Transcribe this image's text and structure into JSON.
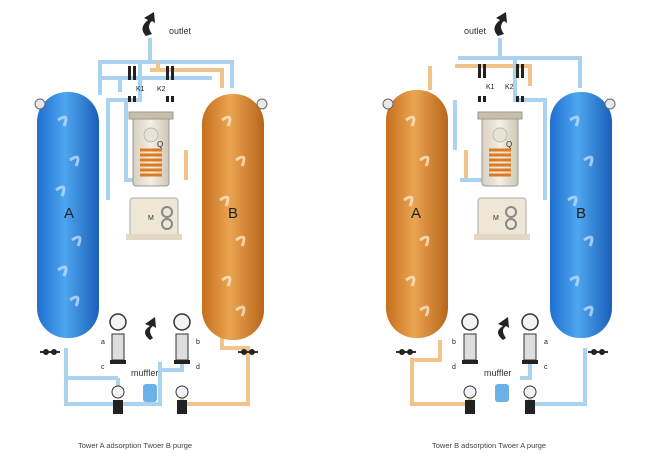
{
  "left_unit": {
    "outlet_label": "outlet",
    "valve_k1": "K1",
    "valve_k2": "K2",
    "heater_label": "Q",
    "motor_label": "M",
    "tower_a_label": "A",
    "tower_b_label": "B",
    "valve_a": "a",
    "valve_b": "b",
    "valve_c": "c",
    "valve_d": "d",
    "muffler_label": "muffler",
    "caption": "Tower A adsorption Twoer B purge"
  },
  "right_unit": {
    "outlet_label": "outlet",
    "valve_k1": "K1",
    "valve_k2": "K2",
    "heater_label": "Q",
    "motor_label": "M",
    "tower_a_label": "A",
    "tower_b_label": "B",
    "valve_a": "a",
    "valve_b": "b",
    "valve_c": "c",
    "valve_d": "d",
    "muffler_label": "muffler",
    "caption": "Tower B adsorption Twoer A purge"
  },
  "colors": {
    "adsorption": "#3a8fe0",
    "purge": "#d98a2e",
    "dry_pipe": "#a9d3ef",
    "wet_pipe": "#f0c48a"
  }
}
